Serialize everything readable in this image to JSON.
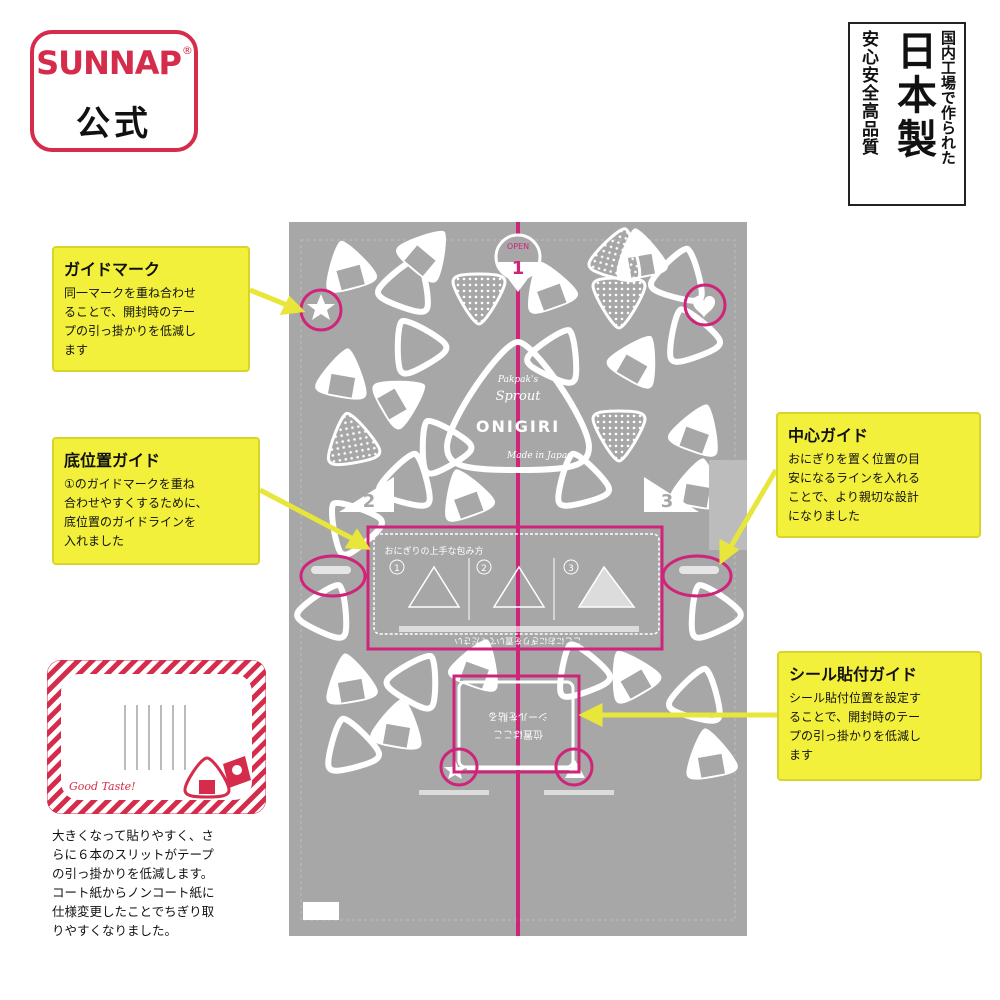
{
  "logo": {
    "brand": "SUNNAP",
    "registered": "®",
    "sub": "公式"
  },
  "stamp": {
    "col1": "国内工場で作られた",
    "col2": "日本製",
    "col3": "安心安全高品質"
  },
  "bag": {
    "open_label": "OPEN",
    "open_number": "1",
    "brand_small": "Pakpak's",
    "brand_sub": "Sprout",
    "product": "ONIGIRI",
    "made_in": "Made in Japan",
    "step2": "2",
    "step3": "3",
    "howto_title": "おにぎりの上手な包み方",
    "howto_steps": [
      "1",
      "2",
      "3"
    ],
    "howto_footer": "ここにおにぎりを置いてください",
    "seal_text_1": "シールを貼る",
    "seal_text_2": "位置はここ"
  },
  "callouts": {
    "guide_mark": {
      "title": "ガイドマーク",
      "lines": [
        "同一マークを重ね合わせ",
        "ることで、開封時のテー",
        "プの引っ掛かりを低減し",
        "ます"
      ]
    },
    "bottom_guide": {
      "title": "底位置ガイド",
      "lines": [
        "①のガイドマークを重ね",
        "合わせやすくするために、",
        "底位置のガイドラインを",
        "入れました"
      ]
    },
    "center_guide": {
      "title": "中心ガイド",
      "lines": [
        "おにぎりを置く位置の目",
        "安になるラインを入れる",
        "ことで、より親切な設計",
        "になりました"
      ]
    },
    "seal_guide": {
      "title": "シール貼付ガイド",
      "lines": [
        "シール貼付位置を設定す",
        "ることで、開封時のテー",
        "プの引っ掛かりを低減し",
        "ます"
      ]
    }
  },
  "card": {
    "text": "Good Taste!"
  },
  "note": {
    "lines": [
      "大きくなって貼りやすく、さ",
      "らに６本のスリットがテープ",
      "の引っ掛かりを低減します。",
      "コート紙からノンコート紙に",
      "仕様変更したことでちぎり取",
      "りやすくなりました。"
    ]
  },
  "colors": {
    "brand_red": "#d42c4a",
    "callout_yellow": "#f2f03a",
    "bag_gray": "#a7a7a7",
    "highlight_magenta": "#d0237a",
    "arrow_yellow": "#e8e63a"
  }
}
